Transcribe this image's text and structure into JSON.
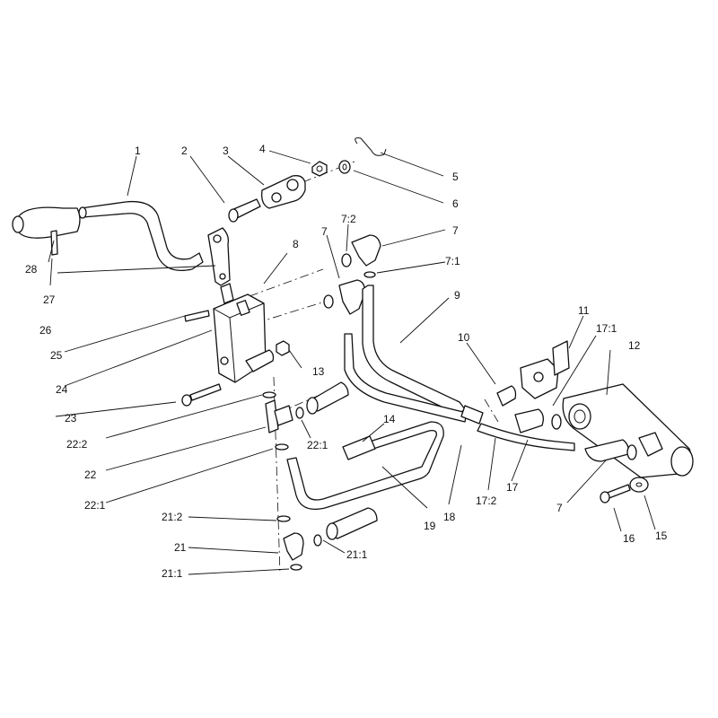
{
  "diagram": {
    "labels": {
      "l1": "1",
      "l2": "2",
      "l3": "3",
      "l4": "4",
      "l5": "5",
      "l6": "6",
      "l7a": "7",
      "l7b": "7",
      "l7c": "7",
      "l7_1": "7:1",
      "l7_2": "7:2",
      "l8": "8",
      "l9": "9",
      "l10": "10",
      "l11": "11",
      "l12": "12",
      "l13": "13",
      "l14": "14",
      "l15": "15",
      "l16": "16",
      "l17": "17",
      "l17_1": "17:1",
      "l17_2": "17:2",
      "l18": "18",
      "l19": "19",
      "l21": "21",
      "l21_1": "21:1",
      "l21_1b": "21:1",
      "l21_2": "21:2",
      "l22": "22",
      "l22_1": "22:1",
      "l22_1b": "22:1",
      "l22_2": "22:2",
      "l23": "23",
      "l24": "24",
      "l25": "25",
      "l26": "26",
      "l27": "27",
      "l28": "28"
    }
  }
}
